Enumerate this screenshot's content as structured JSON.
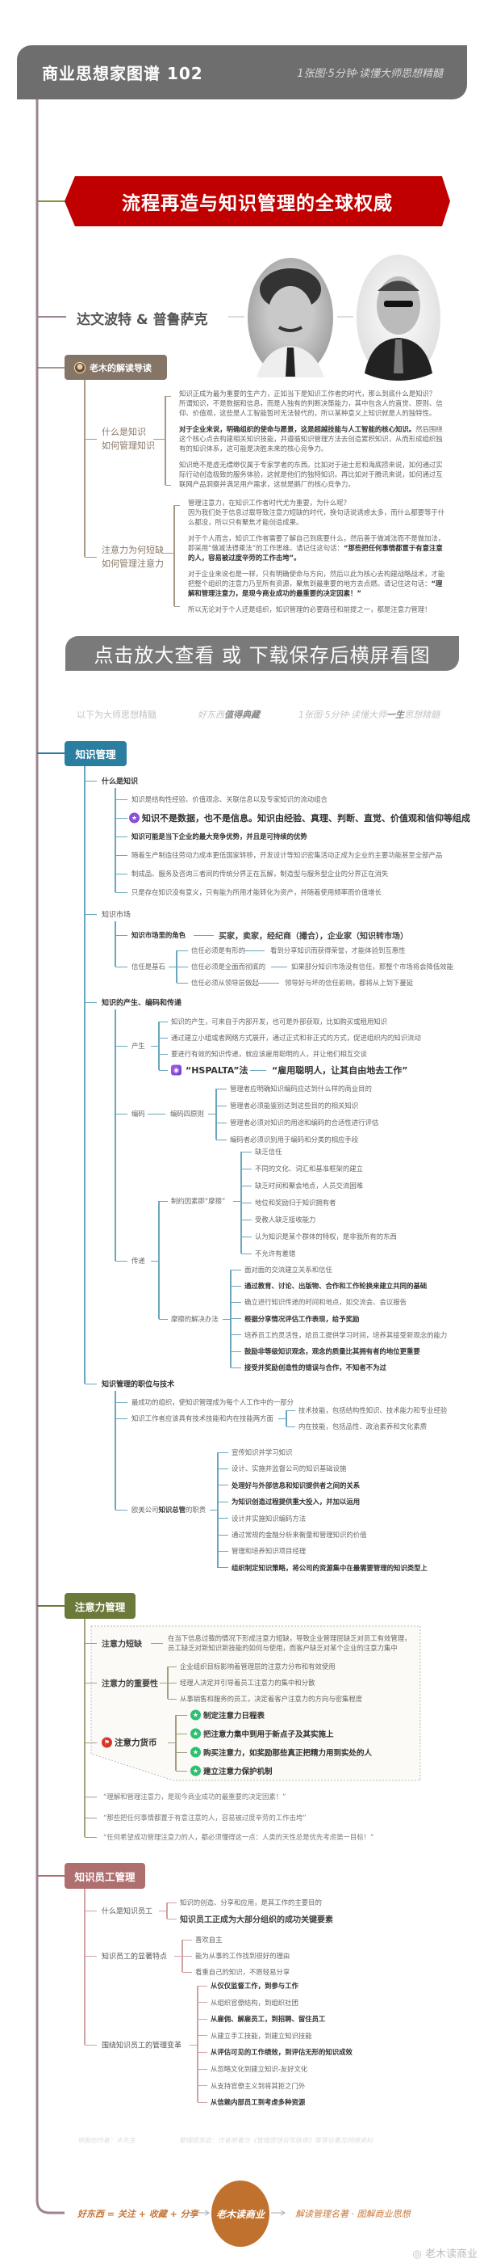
{
  "header": {
    "title": "商业思想家图谱 102",
    "subtitle": "1张图·5分钟·读懂大师思想精髓"
  },
  "banner": "流程再造与知识管理的全球权威",
  "authors": "达文波特 & 普鲁萨克",
  "guide": {
    "tag": "老木的解读导读",
    "sections": [
      {
        "title1": "什么是知识",
        "title2": "如何管理知识",
        "paragraphs": [
          [
            {
              "t": "知识正成为最为重要的生产力，正如当下是知识工作者的时代，那么到底什么是知识？\n所谓知识，不是数据和信息，而是人独有的判断决策能力，其中包含人的直觉、原则、信仰、价值观，这些是人工智能暂时无法替代的，所以某种意义上知识就是人的独特性。",
              "b": false
            }
          ],
          [
            {
              "t": "对于企业来说，明确组织的使命与愿景，这是超越技能与人工智能的核心知识。",
              "b": true
            },
            {
              "t": "然后围绕这个核心点去构建相关知识技能，并遵循知识管理方法去创造累积知识，从而形成组织独有的知识体系，这可能是决胜未来的核心竞争力。",
              "b": false
            }
          ],
          [
            {
              "t": "知识绝不是虚无缥缈仅属于专家学者的东西。比如对于迪士尼和海底捞来说，如何通过实际行动创造极致的服务体验，这就是他们的独特知识。再比如对于腾讯来说，如何通过互联网产品洞察并满足用户需求，这就是鹅厂的核心竞争力。",
              "b": false
            }
          ]
        ]
      },
      {
        "title1": "注意力为何短缺",
        "title2": "如何管理注意力",
        "paragraphs": [
          [
            {
              "t": "管理注意力，在知识工作者时代尤为重要，为什么呢？\n因为我们处于信息过载导致注意力短缺的时代，换句话说诱惑太多，而什么都要等于什么都没，所以只有聚焦才能创造成果。",
              "b": false
            }
          ],
          [
            {
              "t": "对于个人而言，知识工作者需要了解自己到底要什么，然后善于做减法而不是做加法，即采用“做减法得乘法”的工作思维。请记住这句话：",
              "b": false
            },
            {
              "t": "“那些把任何事情都置于有意注意的人，容易被过度辛劳的工作击垮”。",
              "b": true
            }
          ],
          [
            {
              "t": "对于企业来说也是一样，只有明确使命与方向，然后以此为核心去构建战略战术，才能把整个组织的注意力乃至所有资源，聚焦到最重要的地方去点燃。请记住这句话：",
              "b": false
            },
            {
              "t": "“理解和管理注意力，是现今商业成功的最重要的决定因素！”",
              "b": true
            }
          ],
          [
            {
              "t": "所以无论对于个人还是组织，知识管理的必要路径和前提之一，都是注意力管理！",
              "b": false
            }
          ]
        ]
      }
    ]
  },
  "cta_banner": "点击放大查看 或 下载保存后横屏看图",
  "taglines": {
    "t1": "以下为大师思想精髓",
    "t2a": "好东西",
    "t2b": "值得典藏",
    "t3a": "1张图·5分钟·读懂大师",
    "t3b": "一生",
    "t3c": "思想精髓"
  },
  "km": {
    "title": "知识管理",
    "what": {
      "label": "什么是知识",
      "items": [
        "知识是结构性经验、价值观念、关联信息以及专家知识的流动组合",
        "知识不是数据，也不是信息。知识由经验、真理、判断、直觉、价值观和信仰等组成",
        "知识可能是当下企业的最大竞争优势，并且是可持续的优势",
        "随着生产制造往劳动力成本更低国家转移，开发设计等知识密集活动正成为企业的主要功能甚至全部产品",
        "制成品、服务及咨询三者间的传统分界正在瓦解，制造型与服务型企业的分界正在消失",
        "只是存在知识没有意义，只有能为所用才能转化为资产，并随着使用频率而价值增长"
      ]
    },
    "market": {
      "label": "知识市场",
      "roles_label": "知识市场里的角色",
      "roles": "买家，卖家，经纪商（撮合），企业家（知识转市场）",
      "trust_label": "信任是基石",
      "trust": [
        {
          "k": "信任必须是有形的",
          "v": "看到分享知识而获得荣誉，才能体验到互惠性"
        },
        {
          "k": "信任必须是全面而彻底的",
          "v": "如果部分知识市场没有信任，那整个市场将会降低效能"
        },
        {
          "k": "信任必须从领导层做起",
          "v": "领导好与坏的信任影响，都将从上到下蔓延"
        }
      ]
    },
    "flow": {
      "label": "知识的产生、编码和传递",
      "gen_label": "产生",
      "gen": [
        "知识的产生，可来自于内部开发，也可是外部获取，比如购买或租用知识",
        "通过建立小组或者网络方式展开，通过正式和非正式的方式，促进组织内的知识流动",
        "要进行有效的知识传递，就应该雇用聪明的人，并让他们相互交谈"
      ],
      "hspalta": "“HSPALTA”法",
      "hspalta_v": "“雇用聪明人，让其自由地去工作”",
      "code_label": "编码",
      "code_sub": "编码四原则",
      "code": [
        "管理者应明确知识编码应达到什么样的商业目的",
        "管理者必须能鉴别达到这些目的的相关知识",
        "管理者必须对知识的用途和编码的合适性进行评估",
        "编码者必须识别用于编码和分类的相应手段"
      ],
      "transfer_label": "传递",
      "friction_label": "制约因素即“摩擦”",
      "friction": [
        "缺乏信任",
        "不同的文化、词汇和基准框架的建立",
        "缺乏时间和聚会地点，人员交流困难",
        "地位和奖励归于知识拥有者",
        "受教人缺乏接收能力",
        "认为知识是某个群体的特权，是非我所有的东西",
        "不允许有差错"
      ],
      "solution_label": "摩擦的解决办法",
      "solutions": [
        "面对面的交流建立关系和信任",
        "通过教育、讨论、出版物、合作和工作轮换来建立共同的基础",
        "确立进行知识传递的时间和地点，如交流会、会议报告",
        "根据分享情况评估工作表现，给予奖励",
        "培养员工的灵活性，给员工提供学习时间，培养其接受新观念的能力",
        "鼓励非等级知识观念，观念的质量比其拥有者的地位更重要",
        "接受并奖励创造性的错误与合作，不知者不为过"
      ]
    },
    "roles": {
      "label": "知识管理的职位与技术",
      "item1": "最成功的组织，使知识管理成为每个人工作中的一部分",
      "skills_label": "知识工作者应该具有技术技能和内在技能两方面",
      "skills": [
        "技术技能，包括结构性知识、技术能力和专业经验",
        "内在技能，包括品性、政治素养和文化素质"
      ],
      "cko_pre": "欧美公司",
      "cko_bold": "知识总管",
      "cko_post": "的职责",
      "cko": [
        "宣传知识并学习知识",
        "设计、实施并监督公司的知识基础设施",
        "处理好与外部信息和知识提供者之间的关系",
        "为知识创造过程提供重大投入，并加以运用",
        "设计并实施知识编码方法",
        "通过常规的金融分析来衡量和管理知识的价值",
        "管理和培养知识项目经理",
        "组织制定知识策略，将公司的资源集中在最需要管理的知识类型上"
      ]
    }
  },
  "am": {
    "title": "注意力管理",
    "short_label": "注意力短缺",
    "short_text": "在当下信息过载的情况下形成注意力短缺，导致企业管理层缺乏对员工有效管理，\n员工缺乏对新知识新技能的如何与使用，而客户缺乏对某个企业的注意力集中",
    "imp_label": "注意力的重要性",
    "imp": [
      "企业组织目标影响着管理层的注意力分布和有效使用",
      "经理人决定并引导着员工注意力的集中和分散",
      "从事销售和服务的员工，决定着客户注意力的方向与密集程度"
    ],
    "currency_label": "注意力货币",
    "currency": [
      "制定注意力日程表",
      "把注意力集中到用于新点子及其实施上",
      "购买注意力，如奖励那些真正把精力用到实处的人",
      "建立注意力保护机制"
    ],
    "quotes": [
      "“理解和管理注意力，是现今商业成功的最重要的决定因素！”",
      "“那些把任何事情都置于有意注意的人，容易被过度辛劳的工作击垮”",
      "“任何希望成功管理注意力的人，都必须懂得这一点：人类的天性总是优先考虑第一目标！”"
    ]
  },
  "em": {
    "title": "知识员工管理",
    "what_label": "什么是知识员工",
    "what": [
      "知识的创造、分享和应用，是其工作的主要目的",
      "知识员工正成为大部分组织的成功关键要素"
    ],
    "traits_label": "知识员工的显著特点",
    "traits": [
      "喜欢自主",
      "能为从事的工作找到很好的理由",
      "看重自己的知识，不愿轻易分享"
    ],
    "reform_label": "围绕知识员工的管理变革",
    "reform": [
      "从仅仅监督工作，到参与工作",
      "从组织官僚结构，到组织社团",
      "从雇佣、解雇员工，到招聘、留住员工",
      "从建立手工技能，到建立知识技能",
      "从评估可见的工作绩效，到评估无形的知识成效",
      "从忽略文化到建立知识-友好文化",
      "从支持官僚主义到将其拒之门外",
      "从信赖内部员工到考虑多种资源"
    ]
  },
  "footer": {
    "credit1": "导图创作者：木先生",
    "credit2": "整理提炼自：作者原著与《管理思想百年脉络》等等论著及网络资料",
    "cta_left": "好东西 = 关注 + 收藏 + 分享",
    "circle": "老木读商业",
    "cta_right": "解读管理名著 · 图解商业思想",
    "watermark": "老木读商业"
  },
  "colors": {
    "header": "#6e6e6e",
    "banner": "#c00000",
    "spine": "#9c8494",
    "guide": "#857567",
    "km": "#2a7ea0",
    "am": "#6b7a3a",
    "em": "#b06f6f",
    "brand": "#c0712e"
  }
}
